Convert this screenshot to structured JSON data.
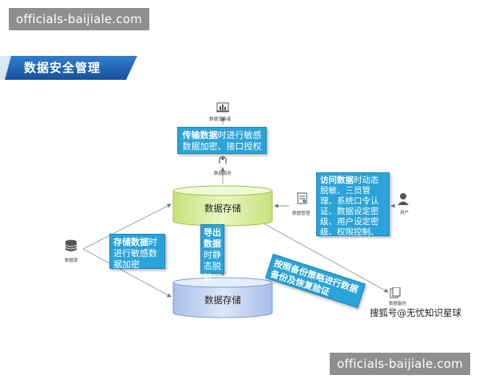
{
  "watermark": {
    "top": "officials-baijiale.com",
    "bottom": "officials-baijiale.com"
  },
  "banner": {
    "title": "数据安全管理"
  },
  "nodes": {
    "consumer": "数据消费者",
    "service": "数据服务",
    "management": "数据管理",
    "user": "用户",
    "source": "数据源",
    "backup": "数据备份"
  },
  "databases": {
    "primary": "数据存储",
    "secondary": "数据存储"
  },
  "notes": {
    "transfer": {
      "bold": "传输数据",
      "rest": "时进行敏感数据加密、接口授权"
    },
    "access": {
      "bold": "访问数据",
      "rest": "时动态脱敏、三员管理、系统口令认证、数据设定密级、用户设定密级、权限控制、审计日志记录"
    },
    "storage": {
      "bold": "存储数据",
      "rest": "时进行敏感数据加密"
    },
    "export": {
      "bold": "导出数据",
      "rest": "时静态脱敏"
    },
    "backup": {
      "text": "按照备份策略进行数据备份及恢复验证"
    }
  },
  "footer": {
    "source": "搜狐号@无忧知识星球"
  },
  "colors": {
    "note_bg": "#2aa3d8",
    "banner": "#1f5fa8",
    "cyl_green": "#d8ec9a",
    "cyl_blue": "#b9cef0"
  }
}
